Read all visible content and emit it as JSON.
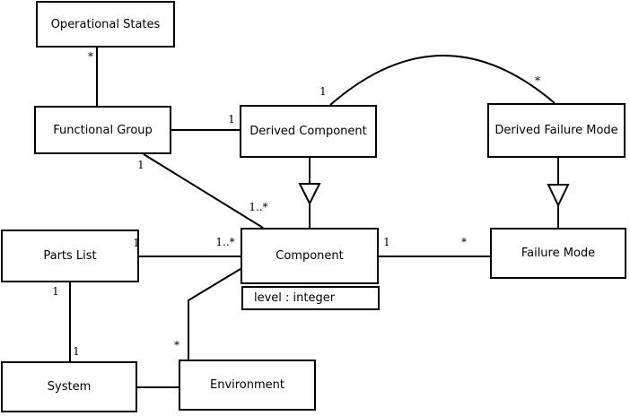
{
  "diagram": {
    "kind": "uml-class-diagram",
    "nodes": [
      {
        "id": "operational-states",
        "label": "Operational States"
      },
      {
        "id": "functional-group",
        "label": "Functional Group"
      },
      {
        "id": "derived-component",
        "label": "Derived Component"
      },
      {
        "id": "derived-failure-mode",
        "label": "Derived Failure Mode"
      },
      {
        "id": "parts-list",
        "label": "Parts List"
      },
      {
        "id": "component",
        "label": "Component",
        "attributes": [
          "level : integer"
        ]
      },
      {
        "id": "failure-mode",
        "label": "Failure Mode"
      },
      {
        "id": "system",
        "label": "System"
      },
      {
        "id": "environment",
        "label": "Environment"
      }
    ],
    "edges": [
      {
        "from": "operational-states",
        "to": "functional-group",
        "type": "association",
        "mult_from": "*"
      },
      {
        "from": "functional-group",
        "to": "derived-component",
        "type": "association",
        "mult_to": "1"
      },
      {
        "from": "functional-group",
        "to": "component",
        "type": "association",
        "mult_from": "1",
        "mult_to": "1..*"
      },
      {
        "from": "derived-component",
        "to": "component",
        "type": "generalization"
      },
      {
        "from": "derived-component",
        "to": "derived-failure-mode",
        "type": "association",
        "mult_from": "1",
        "mult_to": "*",
        "shape": "arc"
      },
      {
        "from": "derived-failure-mode",
        "to": "failure-mode",
        "type": "generalization"
      },
      {
        "from": "parts-list",
        "to": "component",
        "type": "association",
        "mult_from": "1",
        "mult_to": "1..*"
      },
      {
        "from": "component",
        "to": "failure-mode",
        "type": "association",
        "mult_from": "1",
        "mult_to": "*"
      },
      {
        "from": "parts-list",
        "to": "system",
        "type": "association",
        "mult_from": "1",
        "mult_to": "1"
      },
      {
        "from": "system",
        "to": "environment",
        "type": "association"
      },
      {
        "from": "environment",
        "to": "component",
        "type": "association",
        "mult_from": "*"
      }
    ],
    "labels": [
      {
        "text": "*",
        "edge": "operational-states-functional-group",
        "at": "operational-states-end"
      },
      {
        "text": "1",
        "edge": "functional-group-derived-component",
        "at": "derived-component-end"
      },
      {
        "text": "1",
        "edge": "functional-group-component",
        "at": "functional-group-end"
      },
      {
        "text": "1..*",
        "edge": "functional-group-component",
        "at": "component-end"
      },
      {
        "text": "1",
        "edge": "parts-list-component",
        "at": "parts-list-end"
      },
      {
        "text": "1..*",
        "edge": "parts-list-component",
        "at": "component-end"
      },
      {
        "text": "1",
        "edge": "component-failure-mode",
        "at": "component-end"
      },
      {
        "text": "*",
        "edge": "component-failure-mode",
        "at": "failure-mode-end"
      },
      {
        "text": "1",
        "edge": "derived-component-derived-failure-mode",
        "at": "derived-component-end"
      },
      {
        "text": "*",
        "edge": "derived-component-derived-failure-mode",
        "at": "derived-failure-mode-end"
      },
      {
        "text": "1",
        "edge": "parts-list-system",
        "at": "parts-list-end"
      },
      {
        "text": "1",
        "edge": "parts-list-system",
        "at": "system-end"
      },
      {
        "text": "*",
        "edge": "environment-component",
        "at": "environment-end"
      }
    ],
    "colors": {
      "line": "#000000",
      "box_border": "#000000",
      "box_fill": "#ffffff",
      "background": "#ffffff",
      "text": "#000000"
    }
  }
}
